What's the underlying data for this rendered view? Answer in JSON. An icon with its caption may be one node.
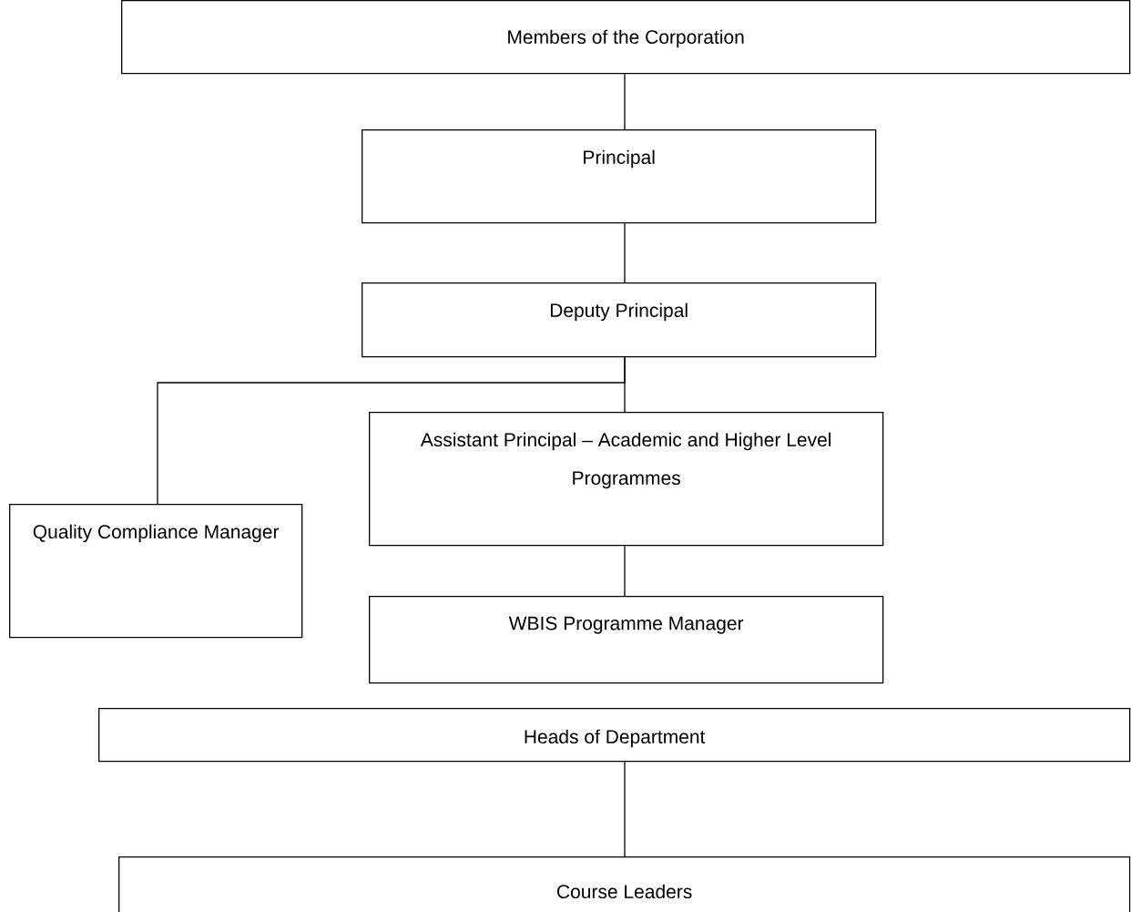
{
  "diagram": {
    "nodes": [
      {
        "text": [
          "Members of the Corporation"
        ]
      },
      {
        "text": [
          "Principal"
        ]
      },
      {
        "text": [
          "Deputy Principal"
        ]
      },
      {
        "text": [
          "Assistant Principal – Academic and Higher Level Programmes"
        ]
      },
      {
        "text": [
          "Quality Compliance Manager"
        ]
      },
      {
        "text": [
          "WBIS Programme Manager"
        ]
      },
      {
        "text": [
          "Heads of Department"
        ]
      },
      {
        "text": [
          "Course Leaders"
        ]
      }
    ],
    "edges": [
      {
        "from": 0,
        "to": 1,
        "arrow": "none"
      },
      {
        "from": 1,
        "to": 2,
        "arrow": "none"
      },
      {
        "from": 2,
        "to": 3,
        "arrow": "none"
      },
      {
        "from": 2,
        "to": 4,
        "arrow": "none"
      },
      {
        "from": 3,
        "to": 5,
        "arrow": "none"
      },
      {
        "from": 6,
        "to": 7,
        "arrow": "none"
      }
    ]
  }
}
